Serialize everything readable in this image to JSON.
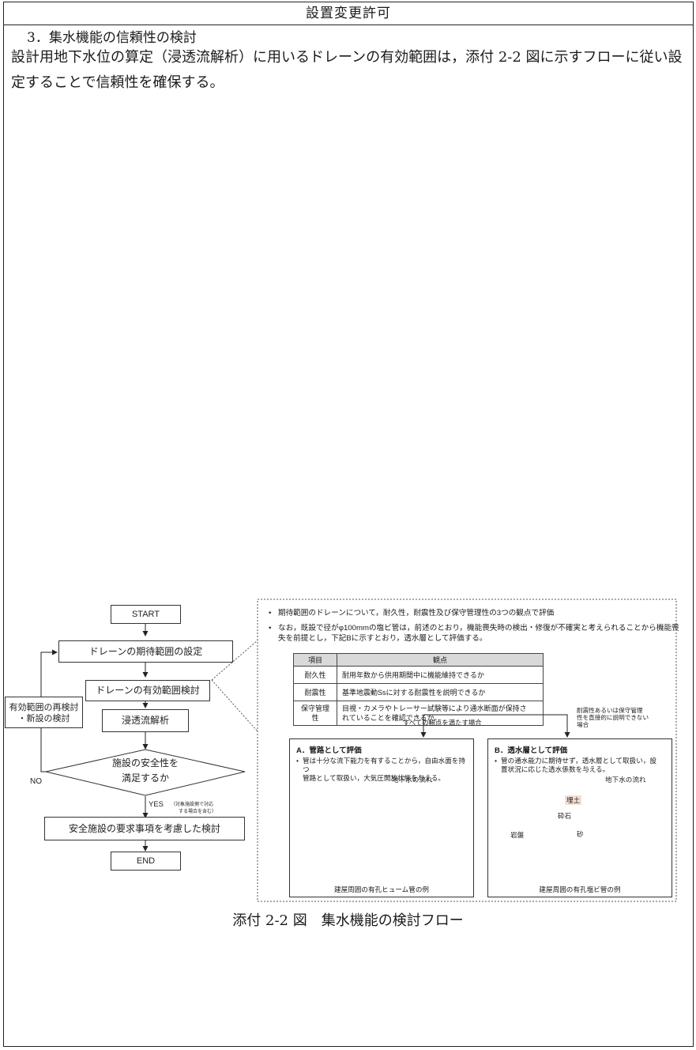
{
  "header": {
    "title": "設置変更許可"
  },
  "section": {
    "title": "3．集水機能の信頼性の検討",
    "paragraph": "設計用地下水位の算定（浸透流解析）に用いるドレーンの有効範囲は，添付 2-2 図に示すフローに従い設定することで信頼性を確保する。"
  },
  "flowchart": {
    "start": "START",
    "step1": "ドレーンの期待範囲の設定",
    "step2": "ドレーンの有効範囲検討",
    "step3": "浸透流解析",
    "decision_line1": "施設の安全性を",
    "decision_line2": "満足するか",
    "yes_label": "YES",
    "yes_note_line1": "（対象施設側で対応",
    "yes_note_line2": "する場合を含む）",
    "no_label": "NO",
    "loop_box_line1": "有効範囲の再検討",
    "loop_box_line2": "・新設の検討",
    "step4": "安全施設の要求事項を考慮した検討",
    "end": "END"
  },
  "notes": {
    "bullet1": "期待範囲のドレーンについて，耐久性，耐震性及び保守管理性の3つの観点で評価",
    "bullet2": "なお，既設で径がφ100mmの塩ビ管は，前述のとおり，機能喪失時の検出・修復が不確実と考えられることから機能喪失を前提とし，下記Bに示すとおり，透水層として評価する。"
  },
  "criteria_table": {
    "headers": [
      "項目",
      "観点"
    ],
    "rows": [
      {
        "item": "耐久性",
        "viewpoint": "耐用年数から供用期間中に機能維持できるか"
      },
      {
        "item": "耐震性",
        "viewpoint": "基準地震動Ssに対する耐震性を説明できるか"
      },
      {
        "item": "保守管理性",
        "viewpoint_line1": "目視・カメラやトレーサー試験等により通水断面が保持さ",
        "viewpoint_line2": "れていることを確認できるか。"
      }
    ]
  },
  "branches": {
    "left_label": "すべての観点を満たす場合",
    "right_label_line1": "耐震性あるいは保守管理",
    "right_label_line2": "性を直接的に説明できない",
    "right_label_line3": "場合"
  },
  "panel_a": {
    "title": "A．管路として評価",
    "desc_line1": "管は十分な流下能力を有することから，自由水面を持つ",
    "desc_line2": "管路として取扱い，大気圧開放状態を与える。",
    "flow_label": "地下水の流れ",
    "caption": "建屋周囲の有孔ヒューム管の例"
  },
  "panel_b": {
    "title": "B．透水層として評価",
    "desc_line1": "管の通水能力に期待せず，透水層として取扱い，設",
    "desc_line2": "置状況に応じた透水係数を与える。",
    "flow_label": "地下水の流れ",
    "soil_label": "埋土",
    "gravel_label": "砕石",
    "rock_label": "岩盤",
    "sand_label": "砂",
    "caption": "建屋周囲の有孔塩ビ管の例"
  },
  "caption": "添付 2-2 図　集水機能の検討フロー"
}
